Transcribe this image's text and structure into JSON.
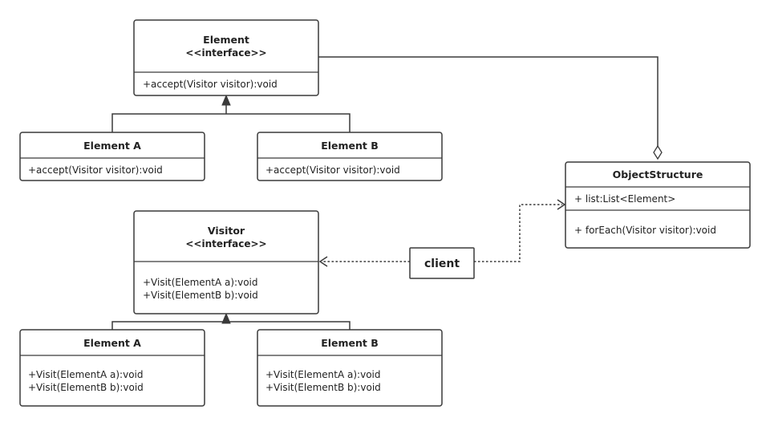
{
  "element_interface": {
    "name": "Element",
    "stereotype": "<<interface>>",
    "methods": [
      "+accept(Visitor visitor):void"
    ]
  },
  "element_a": {
    "name": "Element A",
    "methods": [
      "+accept(Visitor visitor):void"
    ]
  },
  "element_b": {
    "name": "Element B",
    "methods": [
      "+accept(Visitor visitor):void"
    ]
  },
  "visitor_interface": {
    "name": "Visitor",
    "stereotype": "<<interface>>",
    "methods": [
      "+Visit(ElementA a):void",
      "+Visit(ElementB b):void"
    ]
  },
  "visitor_a": {
    "name": "Element A",
    "methods": [
      "+Visit(ElementA a):void",
      "+Visit(ElementB b):void"
    ]
  },
  "visitor_b": {
    "name": "Element B",
    "methods": [
      "+Visit(ElementA a):void",
      "+Visit(ElementB b):void"
    ]
  },
  "object_structure": {
    "name": "ObjectStructure",
    "attributes": [
      "+ list:List<Element>"
    ],
    "methods": [
      "+ forEach(Visitor visitor):void"
    ]
  },
  "client": {
    "name": "client"
  },
  "colors": {
    "line": "#3a3a3a",
    "text": "#222222",
    "background": "#ffffff"
  }
}
